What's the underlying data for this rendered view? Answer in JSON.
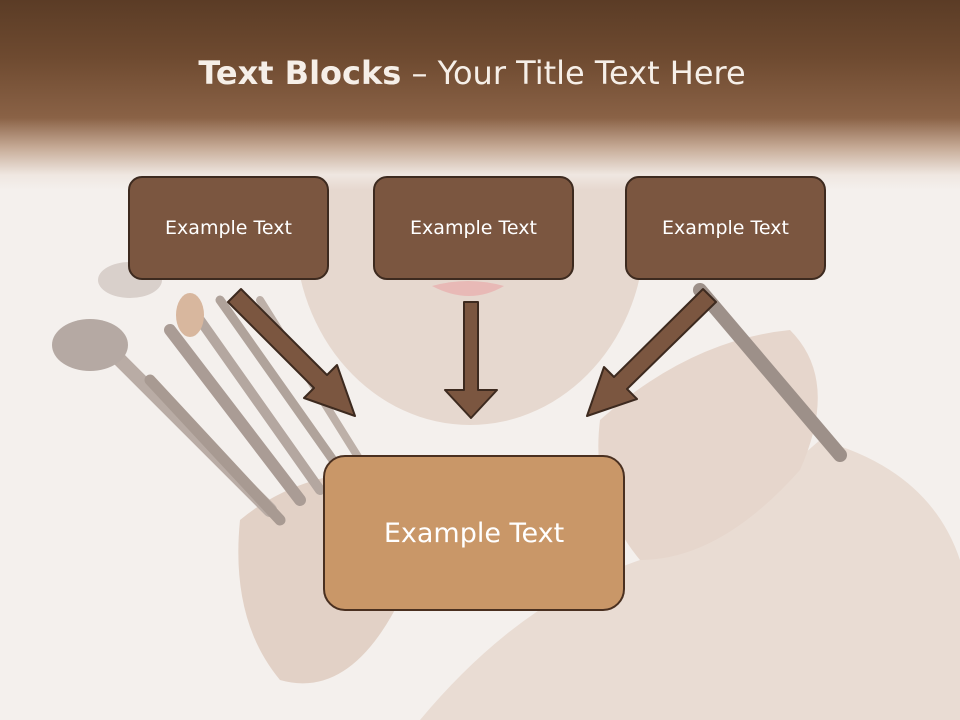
{
  "slide": {
    "title_bold": "Text Blocks",
    "title_separator": " – ",
    "title_rest": "Your Title Text Here"
  },
  "blocks": [
    {
      "label": "Example Text"
    },
    {
      "label": "Example Text"
    },
    {
      "label": "Example Text"
    }
  ],
  "target": {
    "label": "Example Text"
  },
  "colors": {
    "header": "#6e4a30",
    "small_box": "#7b5640",
    "big_box": "#c99768",
    "arrow": "#7b5640"
  }
}
